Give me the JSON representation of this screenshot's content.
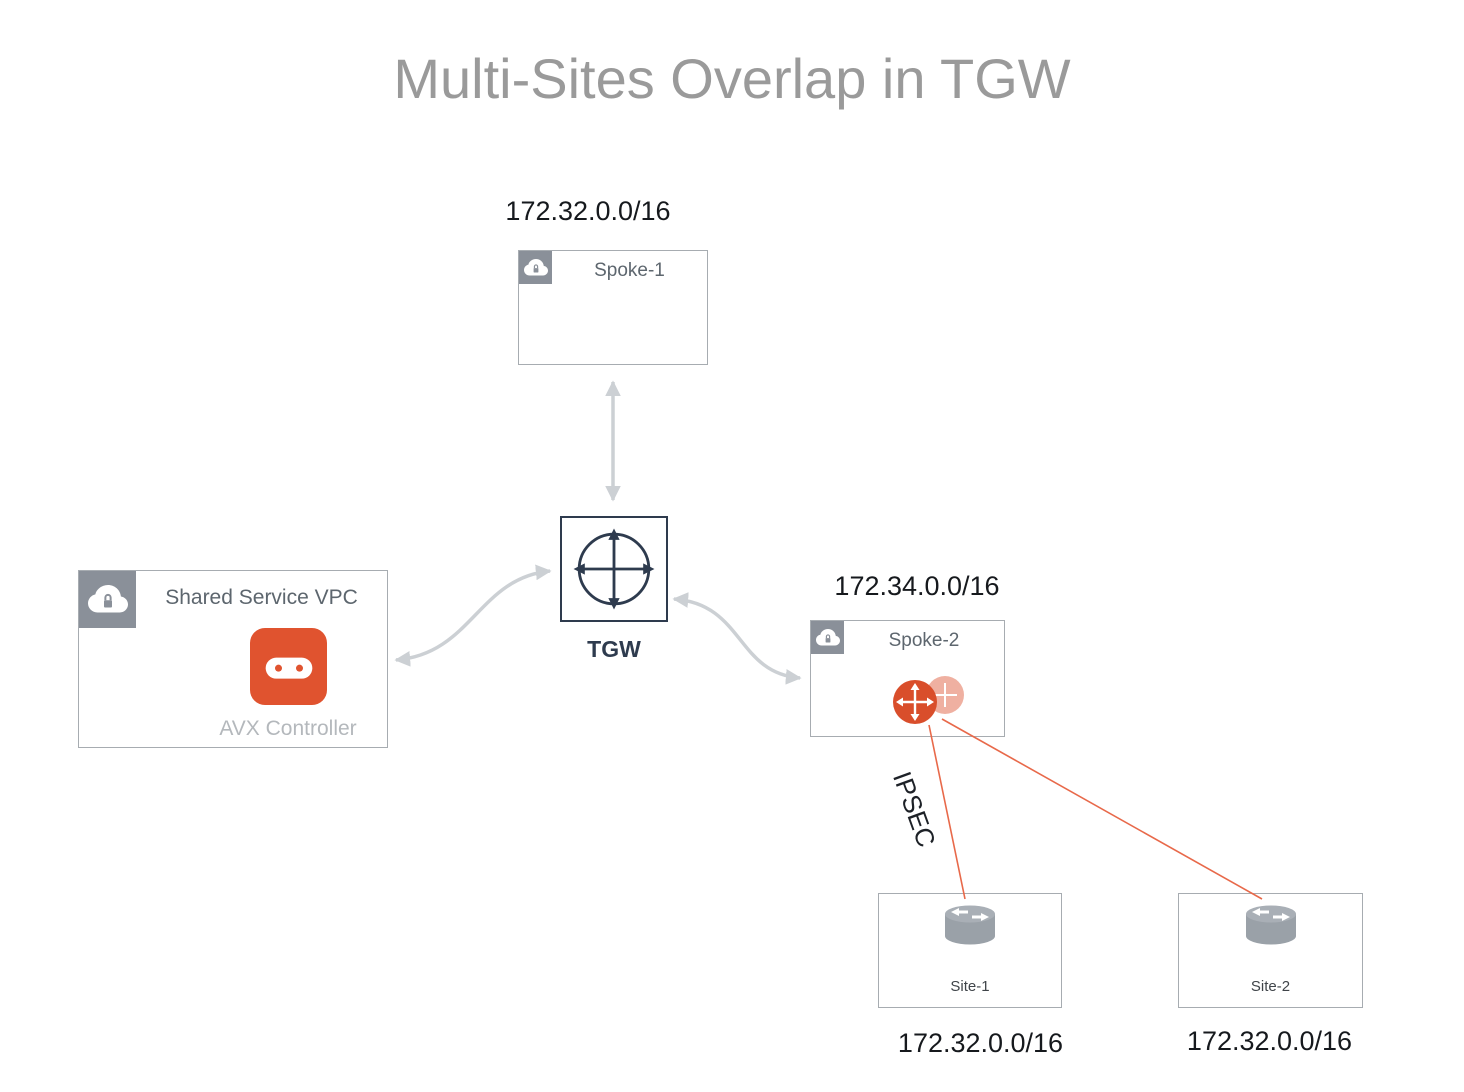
{
  "title": "Multi-Sites Overlap in TGW",
  "nodes": {
    "spoke1": {
      "label": "Spoke-1",
      "cidr": "172.32.0.0/16"
    },
    "tgw": {
      "label": "TGW"
    },
    "shared_vpc": {
      "label": "Shared Service VPC",
      "controller_label": "AVX Controller"
    },
    "spoke2": {
      "label": "Spoke-2",
      "cidr": "172.34.0.0/16"
    },
    "site1": {
      "label": "Site-1",
      "cidr": "172.32.0.0/16"
    },
    "site2": {
      "label": "Site-2",
      "cidr": "172.32.0.0/16"
    }
  },
  "connections": {
    "ipsec_label": "IPSEC",
    "links": [
      {
        "from": "spoke1",
        "to": "tgw",
        "style": "double-arrow"
      },
      {
        "from": "shared_vpc",
        "to": "tgw",
        "style": "double-arrow"
      },
      {
        "from": "tgw",
        "to": "spoke2",
        "style": "double-arrow"
      },
      {
        "from": "spoke2",
        "to": "site1",
        "style": "ipsec-line"
      },
      {
        "from": "spoke2",
        "to": "site2",
        "style": "ipsec-line"
      }
    ]
  },
  "colors": {
    "title_text": "#9A9A9A",
    "box_border": "#A7ACB1",
    "header_icon_bg": "#8A9099",
    "accent_orange": "#E0532F",
    "gateway_orange": "#D94E2B",
    "arrow_gray": "#CCD0D4",
    "ipsec_line_orange": "#E8694A",
    "tgw_navy": "#2E3B4E",
    "router_gray": "#9AA1A8"
  }
}
